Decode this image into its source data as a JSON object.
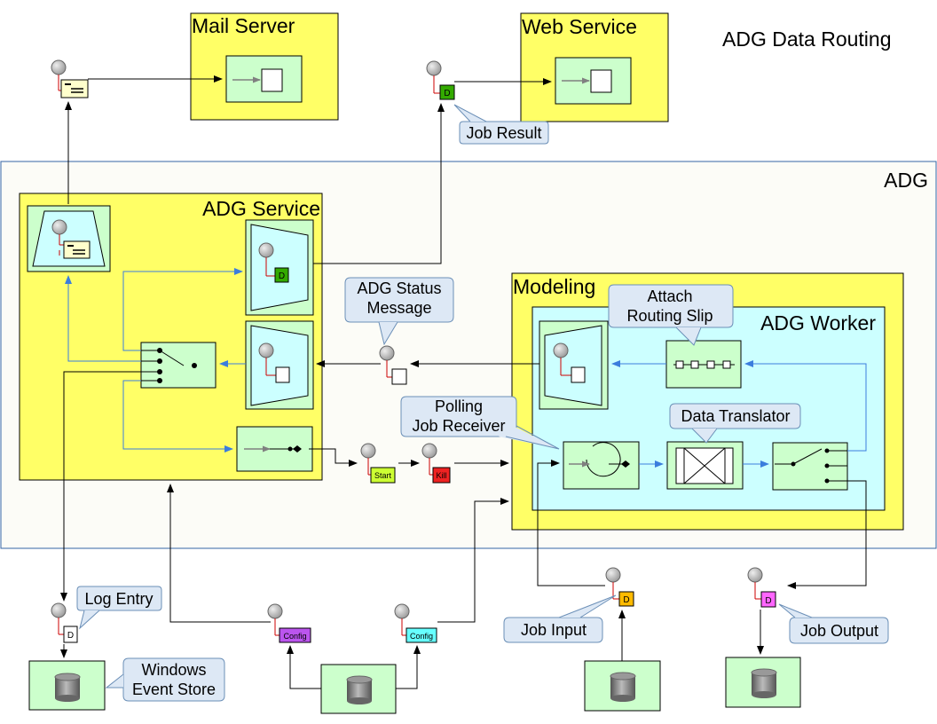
{
  "title": "ADG Data Routing",
  "boxes": {
    "mail_server": "Mail Server",
    "web_service": "Web Service",
    "adg": "ADG",
    "adg_service": "ADG Service",
    "modeling": "Modeling",
    "adg_worker": "ADG Worker"
  },
  "callouts": {
    "job_result": "Job Result",
    "adg_status_line1": "ADG Status",
    "adg_status_line2": "Message",
    "attach_line1": "Attach",
    "attach_line2": "Routing Slip",
    "data_translator": "Data Translator",
    "polling_line1": "Polling",
    "polling_line2": "Job Receiver",
    "log_entry": "Log Entry",
    "windows_line1": "Windows",
    "windows_line2": "Event Store",
    "job_input": "Job Input",
    "job_output": "Job Output"
  },
  "tags": {
    "d": "D",
    "start": "Start",
    "kill": "Kill",
    "config": "Config"
  },
  "colors": {
    "yellow": "#ffff66",
    "green": "#ccffcc",
    "cyan": "#ccffff",
    "adg_bg": "#fcfcf7",
    "adg_border": "#3465a4",
    "blue_line": "#3b7ddd",
    "callout_fill": "#dde8f5",
    "tag_green": "#33aa00",
    "tag_start": "#ccff33",
    "tag_kill": "#ee2222",
    "tag_config_purple": "#bb55ee",
    "tag_config_cyan": "#66ffff",
    "tag_orange": "#ffbb00",
    "tag_magenta": "#ff66ff"
  }
}
